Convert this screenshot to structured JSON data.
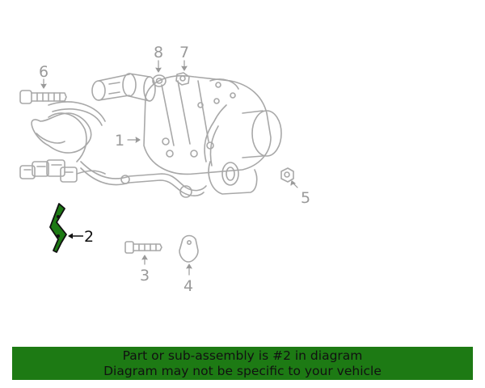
{
  "diagram": {
    "callouts": [
      {
        "id": "1",
        "label": "1",
        "highlighted": false
      },
      {
        "id": "2",
        "label": "2",
        "highlighted": true
      },
      {
        "id": "3",
        "label": "3",
        "highlighted": false
      },
      {
        "id": "4",
        "label": "4",
        "highlighted": false
      },
      {
        "id": "5",
        "label": "5",
        "highlighted": false
      },
      {
        "id": "6",
        "label": "6",
        "highlighted": false
      },
      {
        "id": "7",
        "label": "7",
        "highlighted": false
      },
      {
        "id": "8",
        "label": "8",
        "highlighted": false
      }
    ],
    "colors": {
      "line_art": "#9a9a9a",
      "highlight_fill": "#1d7a14",
      "highlight_stroke": "#111111"
    }
  },
  "banner": {
    "line1": "Part or sub-assembly is #2 in diagram",
    "line2": "Diagram may not be specific to your vehicle",
    "background": "#1d7a14"
  }
}
